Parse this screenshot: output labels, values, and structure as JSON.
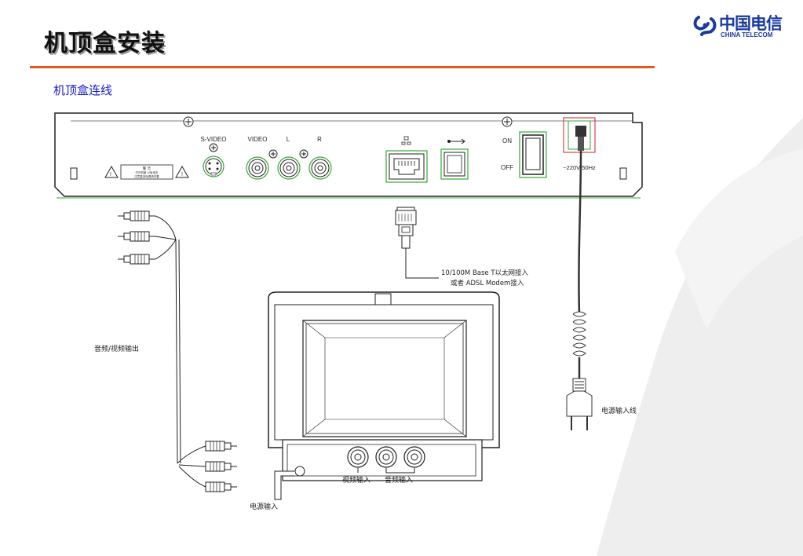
{
  "header": {
    "title": "机顶盒安装",
    "subtitle": "机顶盒连线"
  },
  "logo": {
    "name_cn": "中国电信",
    "name_en": "CHINA TELECOM",
    "icon": "china-telecom-logo-icon",
    "color": "#1a3a9e"
  },
  "colors": {
    "accent_rule": "#e05a1e",
    "subtitle": "#1a1acc",
    "highlight_green": "#33aa33",
    "highlight_red": "#cc2222"
  },
  "stb_panel": {
    "s_video": "S-VIDEO",
    "video": "VIDEO",
    "left": "L",
    "right": "R",
    "on": "ON",
    "off": "OFF",
    "power_rating": "~220V 50Hz",
    "warning_title": "警  告",
    "warning_line1": "打开机盖  以免电击",
    "warning_line2": "注意直流电源请内置"
  },
  "annotations": {
    "ethernet_line1": "10/100M Base  T以太网接入",
    "ethernet_line2": "或者 ADSL Modem接入",
    "av_output": "音频/视频输出",
    "power_cord": "电源输入线",
    "video_input": "视频输入",
    "audio_input": "音频输入",
    "power_input": "电源输入"
  }
}
